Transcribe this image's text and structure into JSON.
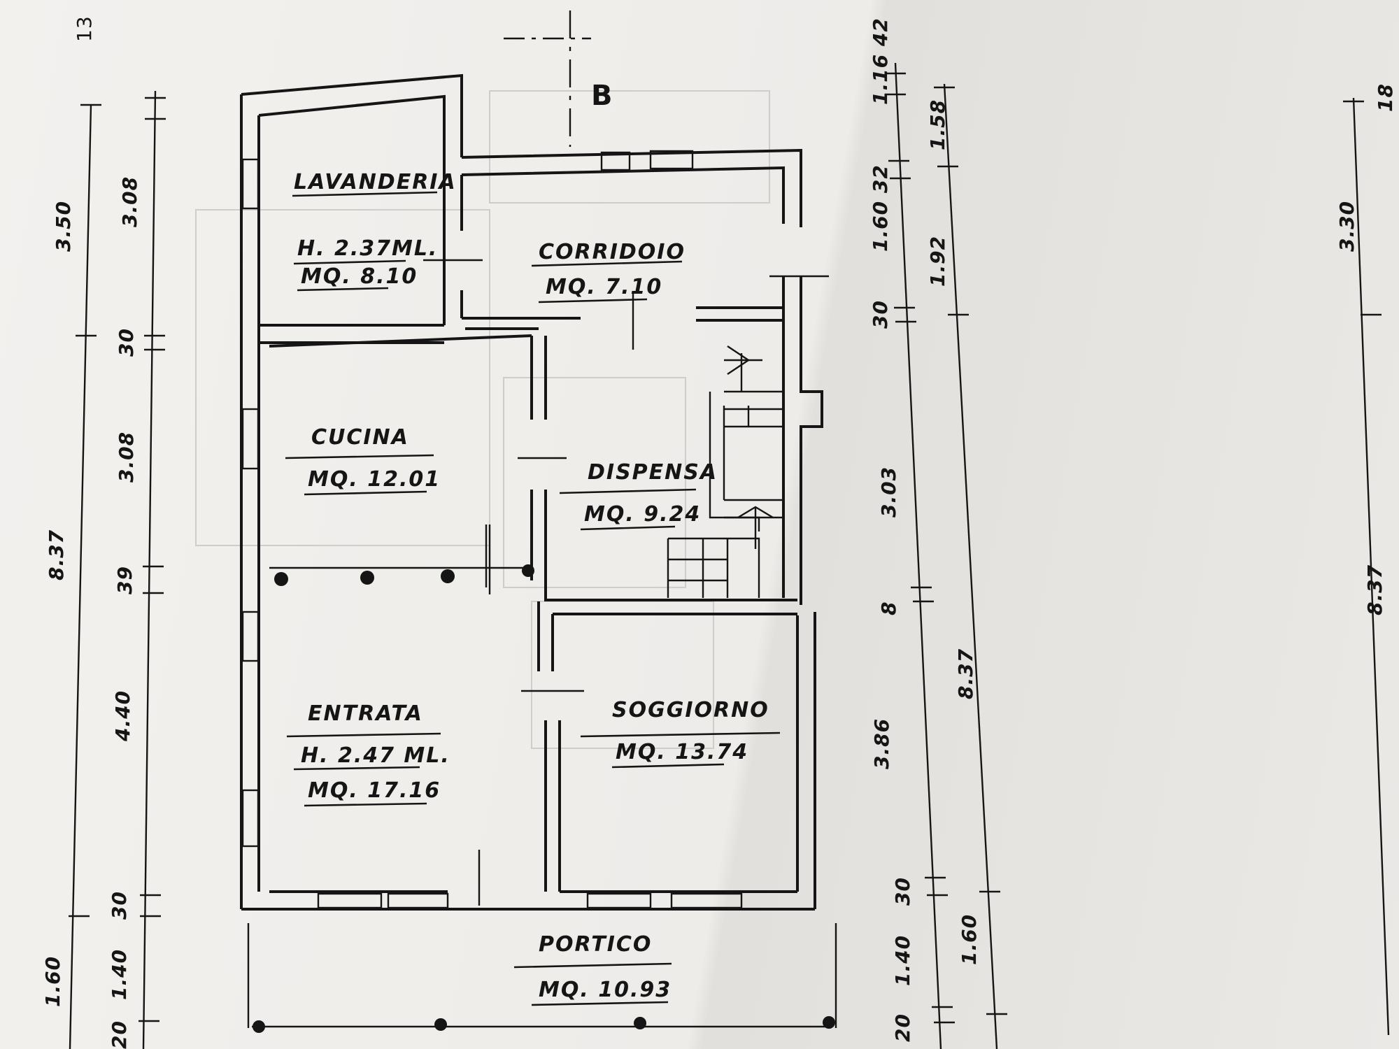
{
  "plan": {
    "section_label": "B",
    "page_number": "13"
  },
  "rooms": [
    {
      "name": "LAVANDERIA",
      "height": "H. 2.37ML.",
      "area": "MQ. 8.10"
    },
    {
      "name": "CORRIDOIO",
      "area": "MQ. 7.10"
    },
    {
      "name": "CUCINA",
      "area": "MQ. 12.01"
    },
    {
      "name": "DISPENSA",
      "area": "MQ. 9.24"
    },
    {
      "name": "ENTRATA",
      "height": "H. 2.47 ML.",
      "area": "MQ. 17.16"
    },
    {
      "name": "SOGGIORNO",
      "area": "MQ. 13.74"
    },
    {
      "name": "PORTICO",
      "area": "MQ. 10.93"
    }
  ],
  "dimensions": {
    "left_outer": [
      "3.50",
      "8.37",
      "1.60"
    ],
    "left_inner": [
      "3.08",
      "30",
      "3.08",
      "39",
      "4.40",
      "30",
      "1.40",
      "20"
    ],
    "right_inner": [
      "1.16 42",
      "1.60 32",
      "30",
      "3.03",
      "8",
      "3.86",
      "30",
      "1.40",
      "20"
    ],
    "right_outer": [
      "1.58",
      "1.92",
      "8.37",
      "1.60"
    ],
    "far_right": [
      "3.30",
      "8.37",
      "18"
    ]
  }
}
